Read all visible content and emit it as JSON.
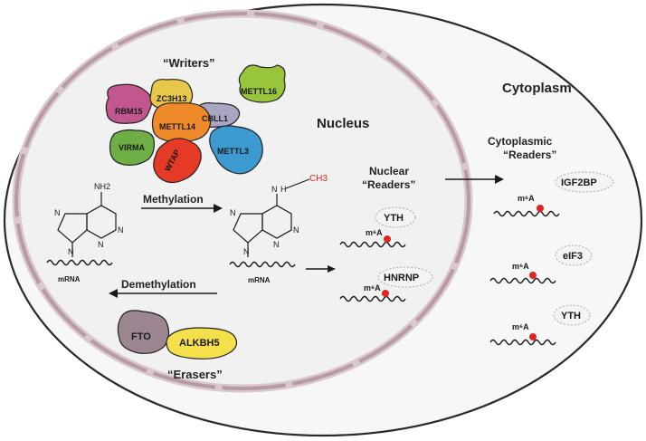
{
  "title": "",
  "labels": {
    "cytoplasm": "Cytoplasm",
    "nucleus": "Nucleus",
    "writers": "“Writers”",
    "erasers": "“Erasers”",
    "nuclear_readers_line1": "Nuclear",
    "nuclear_readers_line2": "“Readers”",
    "cyto_readers_line1": "Cytoplasmic",
    "cyto_readers_line2": "“Readers”",
    "methylation": "Methylation",
    "demethylation": "Demethylation",
    "mrna_left": "mRNA",
    "mrna_right": "mRNA",
    "m6a": "m⁶A"
  },
  "writers": [
    {
      "name": "RBM15",
      "color": "#c2568f"
    },
    {
      "name": "ZC3H13",
      "color": "#e8c84a"
    },
    {
      "name": "METTL16",
      "color": "#98c53c"
    },
    {
      "name": "CBLL1",
      "color": "#a9a6c4"
    },
    {
      "name": "METTL14",
      "color": "#ef8a2b"
    },
    {
      "name": "VIRMA",
      "color": "#6fae44"
    },
    {
      "name": "WTAP",
      "color": "#e53a26"
    },
    {
      "name": "METTL3",
      "color": "#3d9ad1"
    }
  ],
  "erasers": [
    {
      "name": "FTO",
      "color": "#9a8590"
    },
    {
      "name": "ALKBH5",
      "color": "#f3e04a"
    }
  ],
  "nuclear_readers": [
    "YTH",
    "HNRNP"
  ],
  "cytoplasmic_readers": [
    "IGF2BP",
    "eIF3",
    "YTH"
  ],
  "chemistry": {
    "amine": "NH2",
    "methyl_nh": "N",
    "methyl_h": "H",
    "methyl_ch3": "CH3",
    "n_atom": "N"
  },
  "colors": {
    "membrane": "#b89aa6",
    "membrane_fill": "#e2d2d9",
    "nucleus_fill": "#f1f1f1",
    "cell_fill": "#f7f7f7",
    "m6a_dot": "#e0251f",
    "methyl": "#e0251f"
  }
}
